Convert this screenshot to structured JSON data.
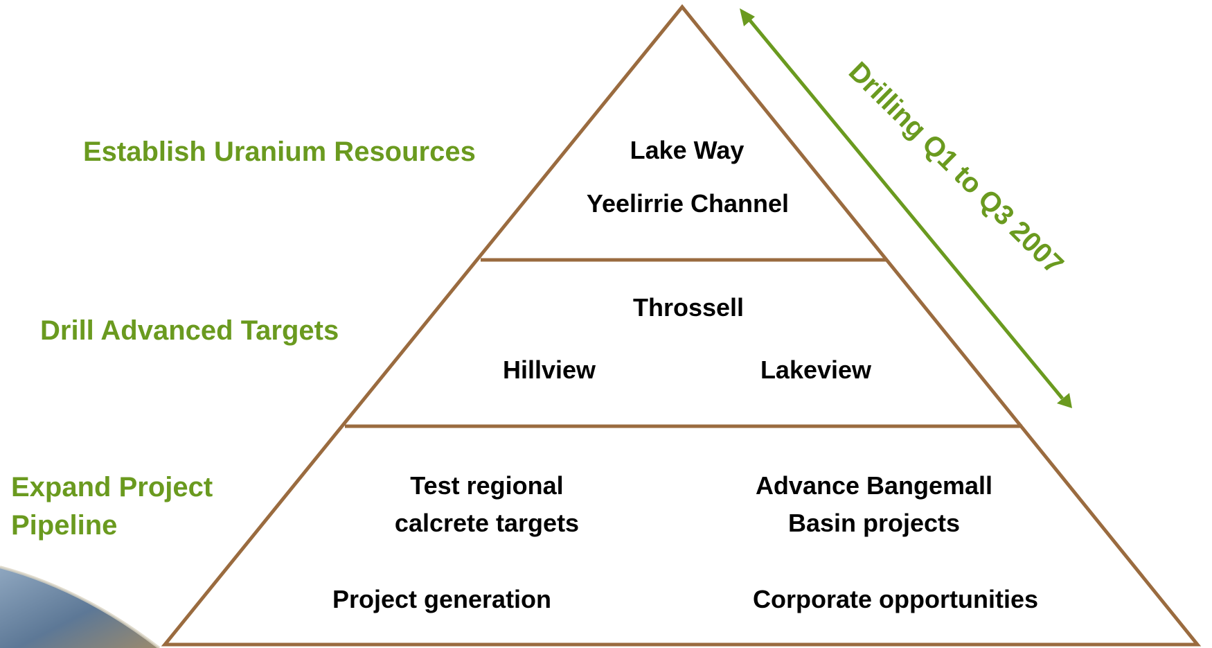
{
  "tiers": [
    {
      "label": "Establish Uranium Resources",
      "items": [
        "Lake Way",
        "Yeelirrie Channel"
      ]
    },
    {
      "label": "Drill Advanced Targets",
      "items": [
        "Throssell",
        "Hillview",
        "Lakeview"
      ]
    },
    {
      "label": "Expand Project\nPipeline",
      "items": [
        "Test regional\ncalcrete targets",
        "Advance Bangemall\nBasin projects",
        "Project generation",
        "Corporate opportunities"
      ]
    }
  ],
  "timeline": {
    "label": "Drilling Q1 to Q3 2007"
  },
  "colors": {
    "accent": "#6a9a1f",
    "pyramid_stroke": "#9a6b3f",
    "text": "#000000",
    "background_hill": "#6f8aa8"
  }
}
